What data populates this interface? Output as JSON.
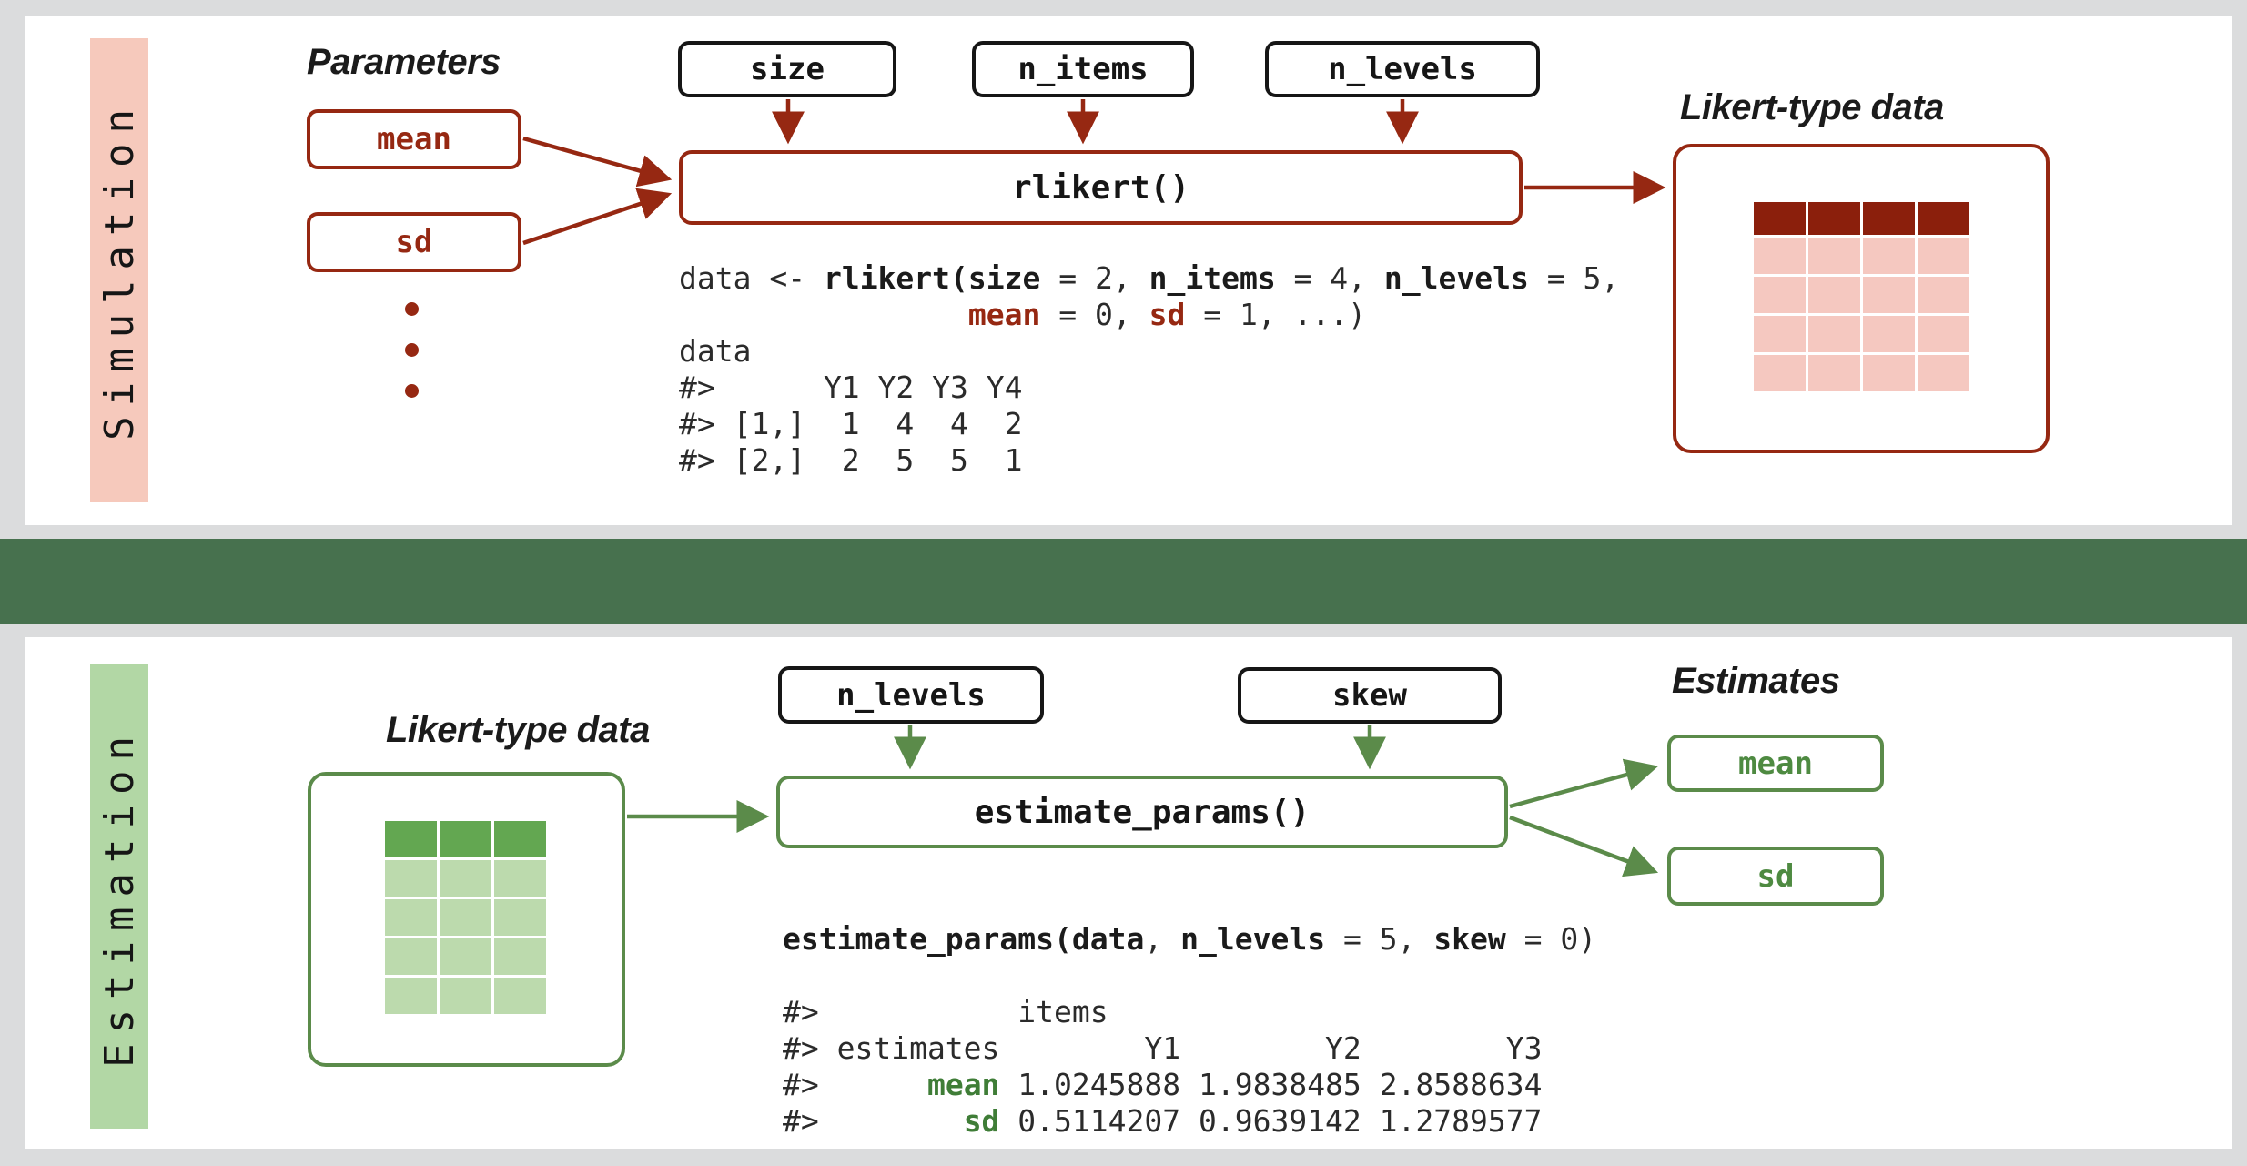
{
  "theme": {
    "red": "#962812",
    "red_table_header": "#8b1f0c",
    "red_table_cell": "#f5c8c0",
    "pink_bar": "#f6c9bc",
    "green_stroke": "#5b8b4a",
    "green_text": "#4e8a41",
    "green_divider": "#47714e",
    "green_bar": "#b2d7a5",
    "green_table_header": "#63a751",
    "green_table_cell": "#bcdaad",
    "code_green": "#3f7d37",
    "bg": "#dbdcdd",
    "panel": "#ffffff",
    "ink": "#161616"
  },
  "simulation": {
    "sidebar_label": "Simulation",
    "params_title": "Parameters",
    "param_boxes": [
      "mean",
      "sd"
    ],
    "arg_boxes": [
      "size",
      "n_items",
      "n_levels"
    ],
    "function_label": "rlikert()",
    "output_title": "Likert-type data",
    "table": {
      "cols": 4,
      "rows": 5
    },
    "code": [
      [
        [
          "p",
          "data <- "
        ],
        [
          "b",
          "rlikert("
        ],
        [
          "b",
          "size"
        ],
        [
          "p",
          " = 2, "
        ],
        [
          "b",
          "n_items"
        ],
        [
          "p",
          " = 4, "
        ],
        [
          "b",
          "n_levels"
        ],
        [
          "p",
          " = 5,"
        ]
      ],
      [
        [
          "p",
          "                "
        ],
        [
          "a",
          "mean"
        ],
        [
          "p",
          " = 0, "
        ],
        [
          "a",
          "sd"
        ],
        [
          "p",
          " = 1, ...)"
        ]
      ],
      [
        [
          "p",
          "data"
        ]
      ],
      [
        [
          "p",
          "#>      Y1 Y2 Y3 Y4"
        ]
      ],
      [
        [
          "p",
          "#> [1,]  1  4  4  2"
        ]
      ],
      [
        [
          "p",
          "#> [2,]  2  5  5  1"
        ]
      ]
    ]
  },
  "estimation": {
    "sidebar_label": "Estimation",
    "input_title": "Likert-type data",
    "arg_boxes": [
      "n_levels",
      "skew"
    ],
    "function_label": "estimate_params()",
    "estimates_title": "Estimates",
    "estimate_boxes": [
      "mean",
      "sd"
    ],
    "table": {
      "cols": 3,
      "rows": 5
    },
    "code": [
      [
        [
          "b",
          "estimate_params("
        ],
        [
          "b",
          "data"
        ],
        [
          "p",
          ", "
        ],
        [
          "b",
          "n_levels"
        ],
        [
          "p",
          " = 5, "
        ],
        [
          "b",
          "skew"
        ],
        [
          "p",
          " = 0)"
        ]
      ],
      [],
      [
        [
          "p",
          "#>           items"
        ]
      ],
      [
        [
          "p",
          "#> estimates        Y1        Y2        Y3"
        ]
      ],
      [
        [
          "p",
          "#>      "
        ],
        [
          "a",
          "mean"
        ],
        [
          "p",
          " 1.0245888 1.9838485 2.8588634"
        ]
      ],
      [
        [
          "p",
          "#>        "
        ],
        [
          "a",
          "sd"
        ],
        [
          "p",
          " 0.5114207 0.9639142 1.2789577"
        ]
      ]
    ]
  }
}
